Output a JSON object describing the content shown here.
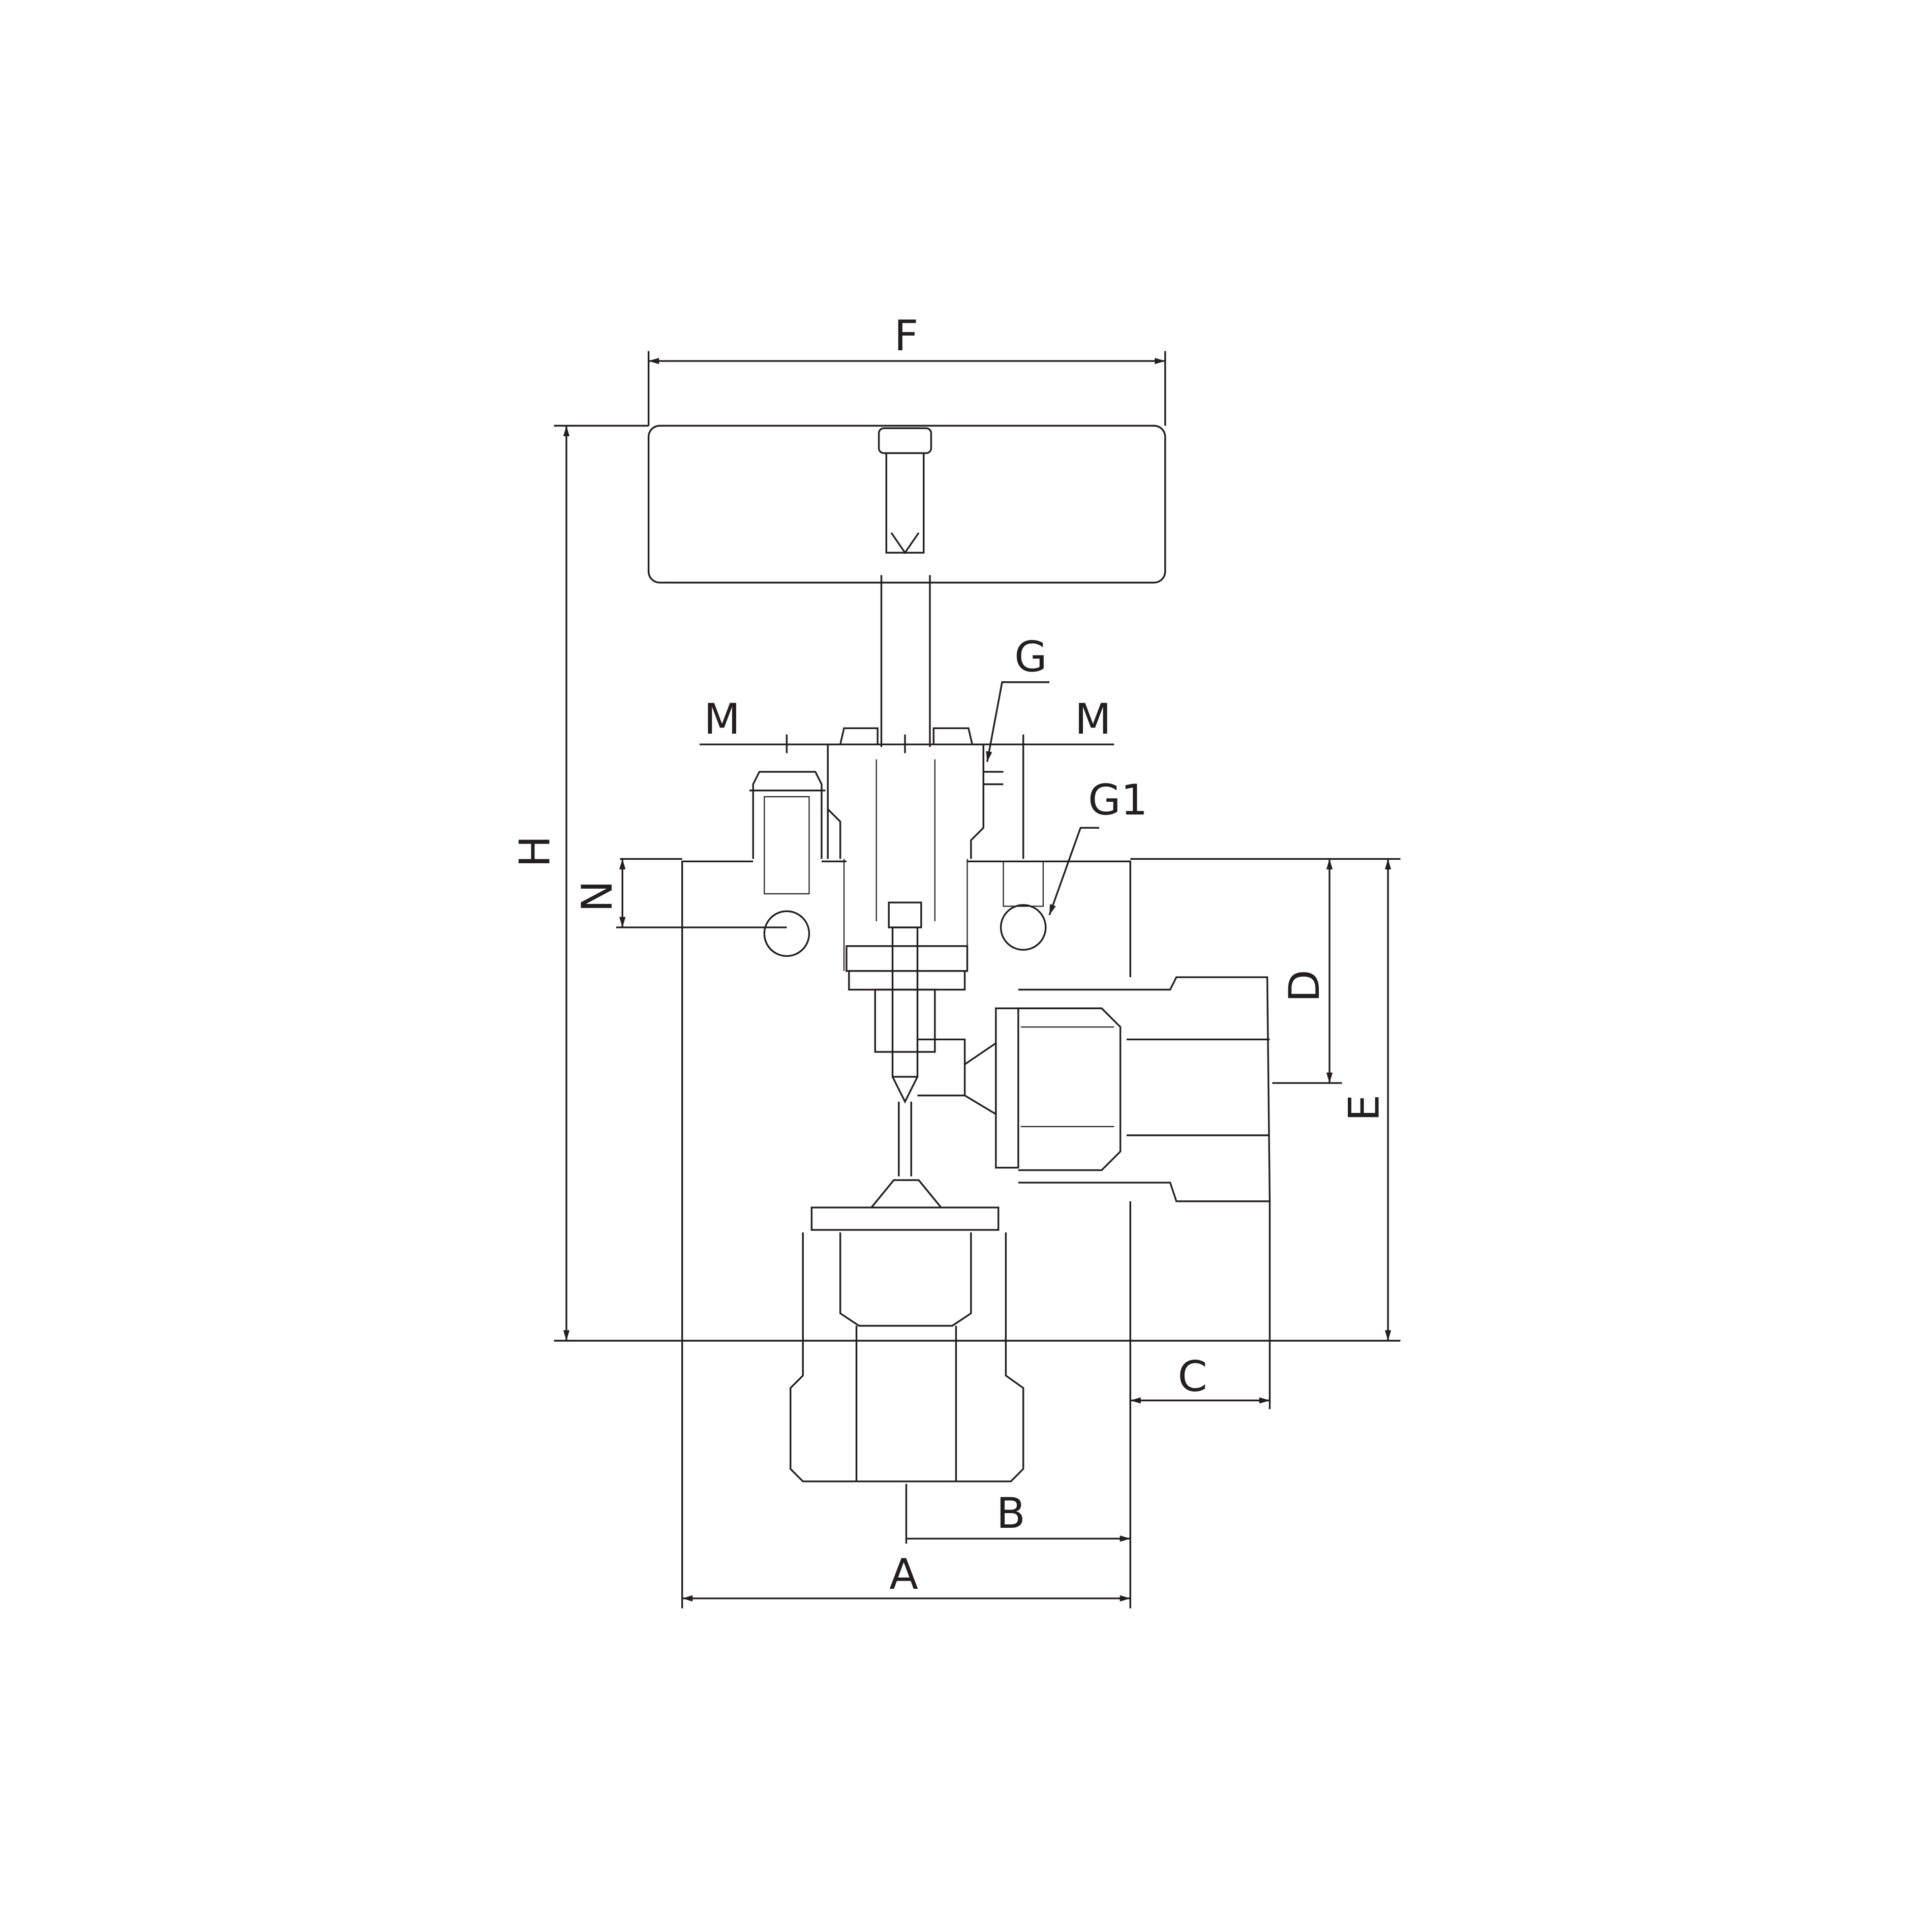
{
  "diagram": {
    "labels": {
      "F": "F",
      "G": "G",
      "M_left": "M",
      "M_right": "M",
      "G1": "G1",
      "H": "H",
      "N": "N",
      "D": "D",
      "E": "E",
      "C": "C",
      "B": "B",
      "A": "A"
    },
    "line_color": "#231f20",
    "background": "#ffffff"
  }
}
